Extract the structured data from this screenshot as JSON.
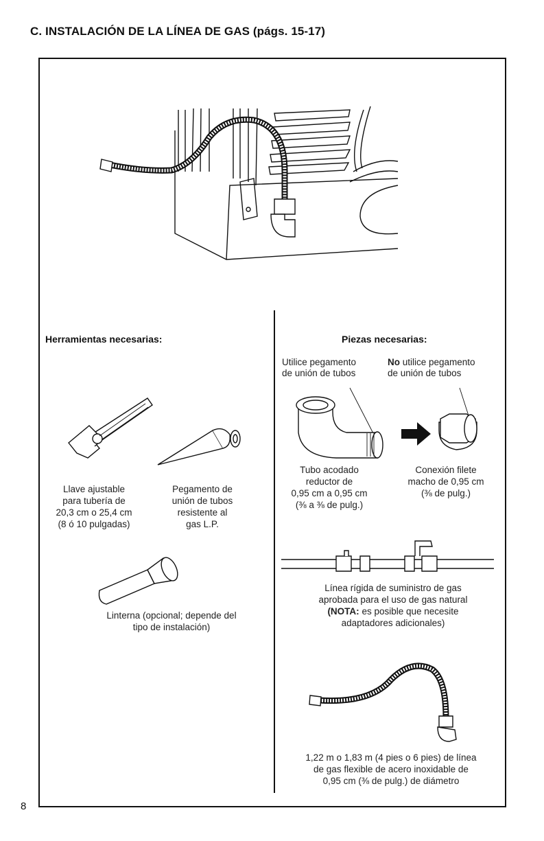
{
  "page": {
    "heading": "C. INSTALACIÓN DE LA LÍNEA DE GAS (págs. 15-17)",
    "page_number": "8"
  },
  "tools": {
    "title": "Herramientas necesarias:",
    "wrench": [
      "Llave ajustable",
      "para tubería de",
      "20,3 cm o 25,4 cm",
      "(8 ó 10 pulgadas)"
    ],
    "compound": [
      "Pegamento de",
      "unión de tubos",
      "resistente al",
      "gas L.P."
    ],
    "flashlight": [
      "Linterna (opcional; depende del",
      "tipo de instalación)"
    ]
  },
  "parts": {
    "title": "Piezas necesarias:",
    "use_compound": [
      "Utilice pegamento",
      "de unión de tubos"
    ],
    "no_compound_bold": "No",
    "no_compound_rest": " utilice pegamento",
    "no_compound_line2": "de unión de tubos",
    "elbow": [
      "Tubo acodado",
      "reductor de",
      "0,95 cm a 0,95 cm",
      "(⅜ a ⅜ de pulg.)"
    ],
    "flare": [
      "Conexión filete",
      "macho de 0,95 cm",
      "(⅜ de pulg.)"
    ],
    "rigid_line1": "Línea rígida de suministro de gas",
    "rigid_line2": "aprobada para el uso de gas natural",
    "note_bold": "(NOTA:",
    "note_rest": " es posible que necesite",
    "rigid_line4": "adaptadores adicionales)",
    "flex": [
      "1,22 m o 1,83 m (4 pies o 6 pies) de línea",
      "de gas flexible de acero inoxidable de",
      "0,95 cm (⅜ de pulg.) de diámetro"
    ]
  }
}
